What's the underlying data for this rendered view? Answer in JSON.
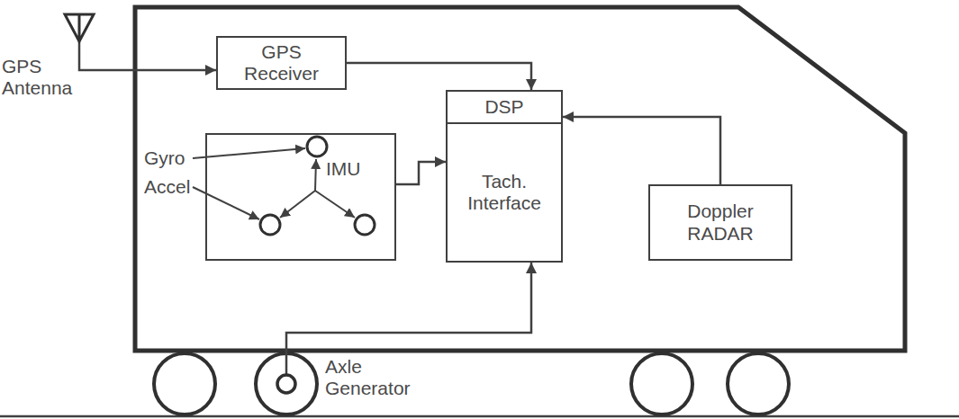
{
  "diagram": {
    "nodes": [
      {
        "text": [
          "GPS Antenna"
        ]
      },
      {
        "text": [
          "GPS Receiver"
        ]
      },
      {
        "text": [
          "IMU"
        ]
      },
      {
        "text": [
          "DSP",
          "Tach. Interface"
        ]
      },
      {
        "text": [
          "Doppler RADAR"
        ]
      },
      {
        "text": [
          "Axle Generator"
        ]
      }
    ],
    "edges": [
      {
        "from": 0,
        "to": 1,
        "arrow": "to"
      },
      {
        "from": 1,
        "to": 3,
        "arrow": "to"
      },
      {
        "from": 2,
        "to": 3,
        "arrow": "to"
      },
      {
        "from": 4,
        "to": 3,
        "arrow": "to"
      },
      {
        "from": 5,
        "to": 3,
        "arrow": "to"
      }
    ],
    "labels": [
      "Gyro",
      "Accel"
    ]
  }
}
